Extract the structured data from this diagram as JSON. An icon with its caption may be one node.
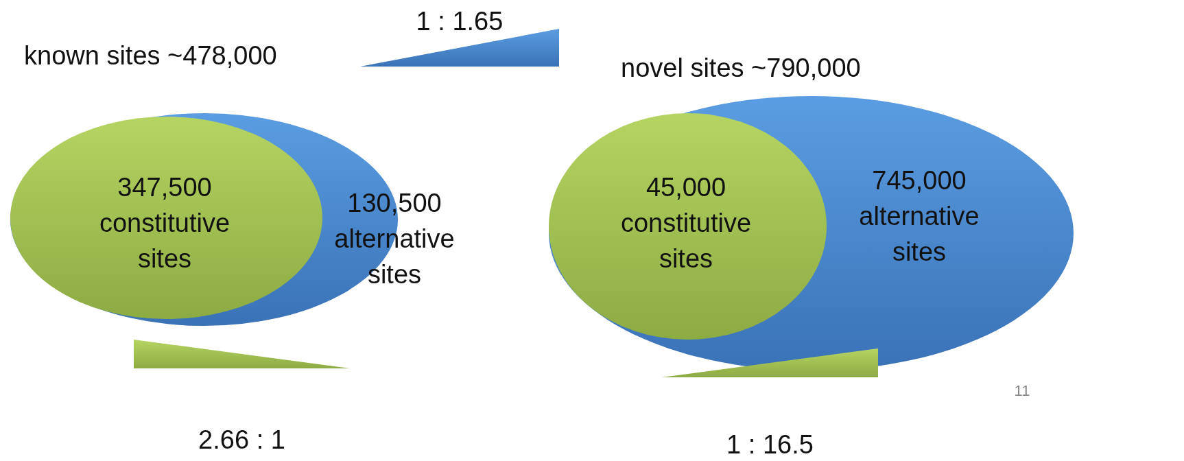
{
  "diagram": {
    "nodes": [
      {
        "text": [
          "known sites ~478,000",
          "130,500 alternative sites"
        ]
      },
      {
        "text": [
          "347,500 constitutive sites"
        ],
        "in": 0
      },
      {
        "text": [
          "1 : 1.65"
        ]
      },
      {
        "text": [
          "2.66 : 1"
        ]
      },
      {
        "text": [
          "novel sites ~790,000",
          "745,000 alternative sites"
        ]
      },
      {
        "text": [
          "45,000 constitutive sites"
        ],
        "in": 4
      },
      {
        "text": [
          "1 : 16.5"
        ]
      }
    ],
    "labels": [
      "11"
    ]
  }
}
